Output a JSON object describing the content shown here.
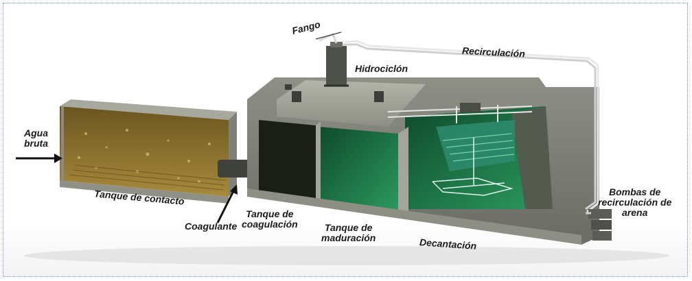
{
  "labels": {
    "agua_bruta_1": "Agua",
    "agua_bruta_2": "bruta",
    "tanque_contacto": "Tanque de contacto",
    "coagulante": "Coagulante",
    "tanque_coagulacion_1": "Tanque de",
    "tanque_coagulacion_2": "coagulación",
    "tanque_maduracion_1": "Tanque de",
    "tanque_maduracion_2": "maduración",
    "decantacion": "Decantación",
    "fango": "Fango",
    "hidrociclon": "Hidrociclón",
    "recirculacion": "Recirculación",
    "bombas_1": "Bombas de",
    "bombas_2": "recirculación de",
    "bombas_3": "arena"
  },
  "colors": {
    "frame_border": "#6f93c6",
    "concrete": "#9ea095",
    "concrete_dark": "#6d6f66",
    "raw_water": "#8a6f2a",
    "green_water": "#1f7a4a",
    "lamella": "#7fe0c0"
  }
}
